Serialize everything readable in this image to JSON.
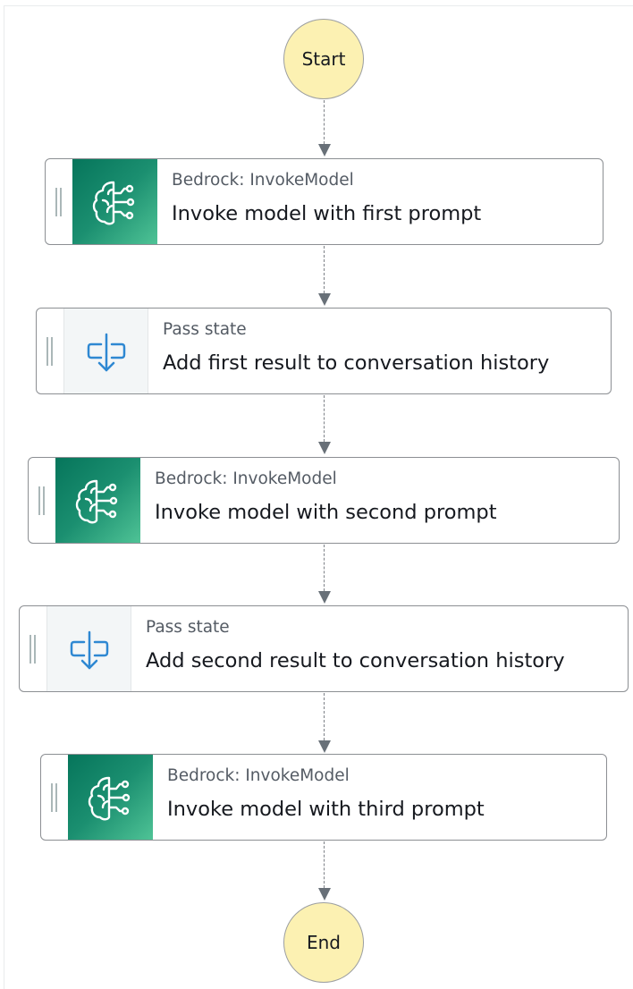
{
  "start": {
    "label": "Start"
  },
  "end": {
    "label": "End"
  },
  "states": [
    {
      "type": "Bedrock: InvokeModel",
      "name": "Invoke model with first prompt",
      "icon": "bedrock-brain-icon"
    },
    {
      "type": "Pass state",
      "name": "Add first result to conversation history",
      "icon": "pass-state-icon"
    },
    {
      "type": "Bedrock: InvokeModel",
      "name": "Invoke model with second prompt",
      "icon": "bedrock-brain-icon"
    },
    {
      "type": "Pass state",
      "name": "Add second result to conversation history",
      "icon": "pass-state-icon"
    },
    {
      "type": "Bedrock: InvokeModel",
      "name": "Invoke model with third prompt",
      "icon": "bedrock-brain-icon"
    }
  ],
  "colors": {
    "terminal_fill": "#fcf1b2",
    "bedrock_tile": "#1b8f70",
    "pass_icon": "#2e88d2",
    "connector": "#687078"
  }
}
